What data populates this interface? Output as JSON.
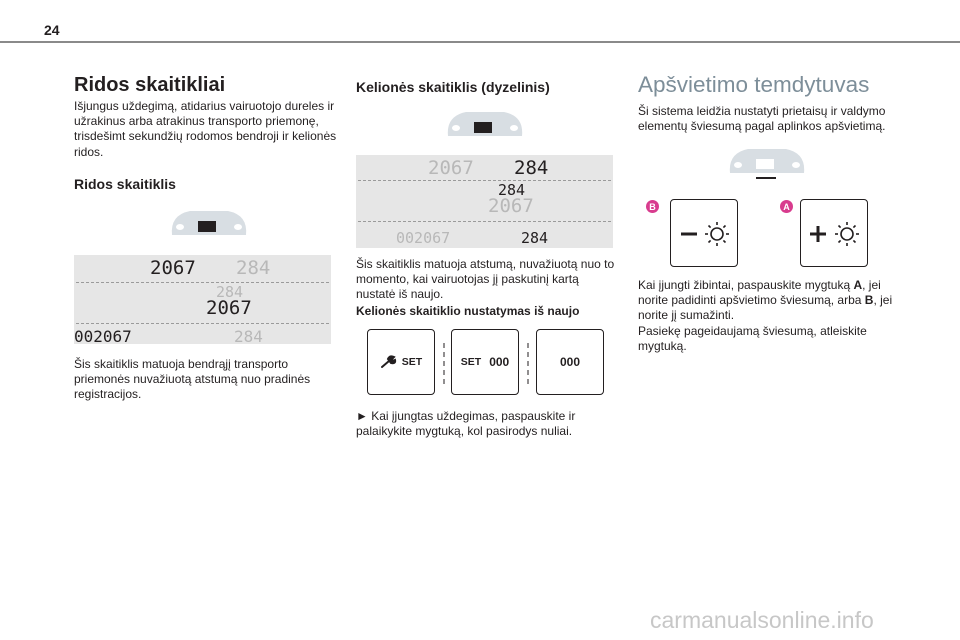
{
  "page_number": "24",
  "col1": {
    "title": "Ridos skaitikliai",
    "intro": "Išjungus uždegimą, atidarius vairuotojo dureles ir užrakinus arba atrakinus transporto priemonę, trisdešimt sekundžių rodomos bendroji ir kelionės ridos.",
    "subtitle": "Ridos skaitiklis",
    "display": {
      "row1_a": "2067",
      "row1_b": "284",
      "row2_a": "284",
      "row2_b": "2067",
      "row3_a": "002067",
      "row3_b": "284"
    },
    "body": "Šis skaitiklis matuoja bendrąjį transporto priemonės nuvažiuotą atstumą nuo pradinės registracijos."
  },
  "col2": {
    "title": "Kelionės skaitiklis (dyzelinis)",
    "display": {
      "row1_a": "2067",
      "row1_b": "284",
      "row2_a": "284",
      "row2_b": "2067",
      "row3_a": "002067",
      "row3_b": "284"
    },
    "body": "Šis skaitiklis matuoja atstumą, nuvažiuotą nuo to momento, kai vairuotojas jį paskutinį kartą nustatė iš naujo.",
    "bold_heading": "Kelionės skaitiklio nustatymas iš naujo",
    "buttons": {
      "set1": "SET",
      "set2": "SET",
      "zeros2": "000",
      "zeros3": "000"
    },
    "instruction": "► Kai įjungtas uždegimas, paspauskite ir palaikykite mygtuką, kol pasirodys nuliai."
  },
  "col3": {
    "title": "Apšvietimo temdytuvas",
    "intro": "Ši sistema leidžia nustatyti prietaisų ir valdymo elementų šviesumą pagal aplinkos apšvietimą.",
    "badge_b": "B",
    "badge_a": "A",
    "body_1": "Kai įjungti žibintai, paspauskite mygtuką ",
    "key_a": "A",
    "body_2": ", jei norite padidinti apšvietimo šviesumą, arba ",
    "key_b": "B",
    "body_3": ", jei norite jį sumažinti.",
    "body_4": "Pasiekę pageidaujamą šviesumą, atleiskite mygtuką."
  },
  "footer": "carmanualsonline.info"
}
